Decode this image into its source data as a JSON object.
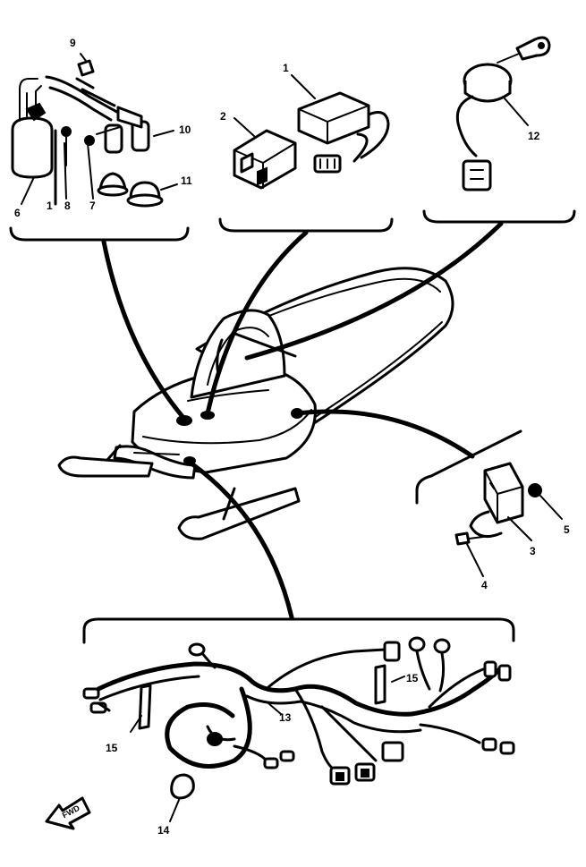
{
  "callouts": {
    "c1": "1",
    "c2": "2",
    "c3": "3",
    "c4": "4",
    "c5": "5",
    "c6": "6",
    "c7": "7",
    "c8": "8",
    "c9": "9",
    "c10": "10",
    "c11": "11",
    "c12": "12",
    "c13": "13",
    "c14": "14",
    "c15a": "15",
    "c15b": "15"
  },
  "direction_label": "FWD"
}
